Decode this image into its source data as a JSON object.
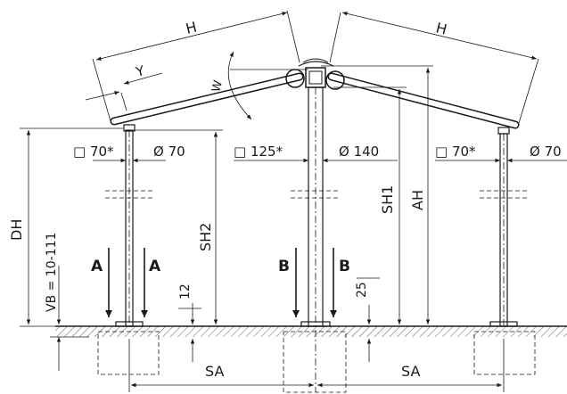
{
  "labels": {
    "h_left": "H",
    "h_right": "H",
    "y": "Y",
    "w": "W",
    "dh": "DH",
    "vb": "VB = 10-111",
    "sh2": "SH2",
    "sh1": "SH1",
    "ah": "AH",
    "twelve": "12",
    "twentyfive": "25",
    "sa_left": "SA",
    "sa_right": "SA",
    "a1": "A",
    "a2": "A",
    "b1": "B",
    "b2": "B"
  },
  "posts": {
    "left_square": "□ 70*",
    "left_diameter": "Ø 70",
    "center_square": "□ 125*",
    "center_diameter": "Ø 140",
    "right_square": "□ 70*",
    "right_diameter": "Ø 70"
  }
}
